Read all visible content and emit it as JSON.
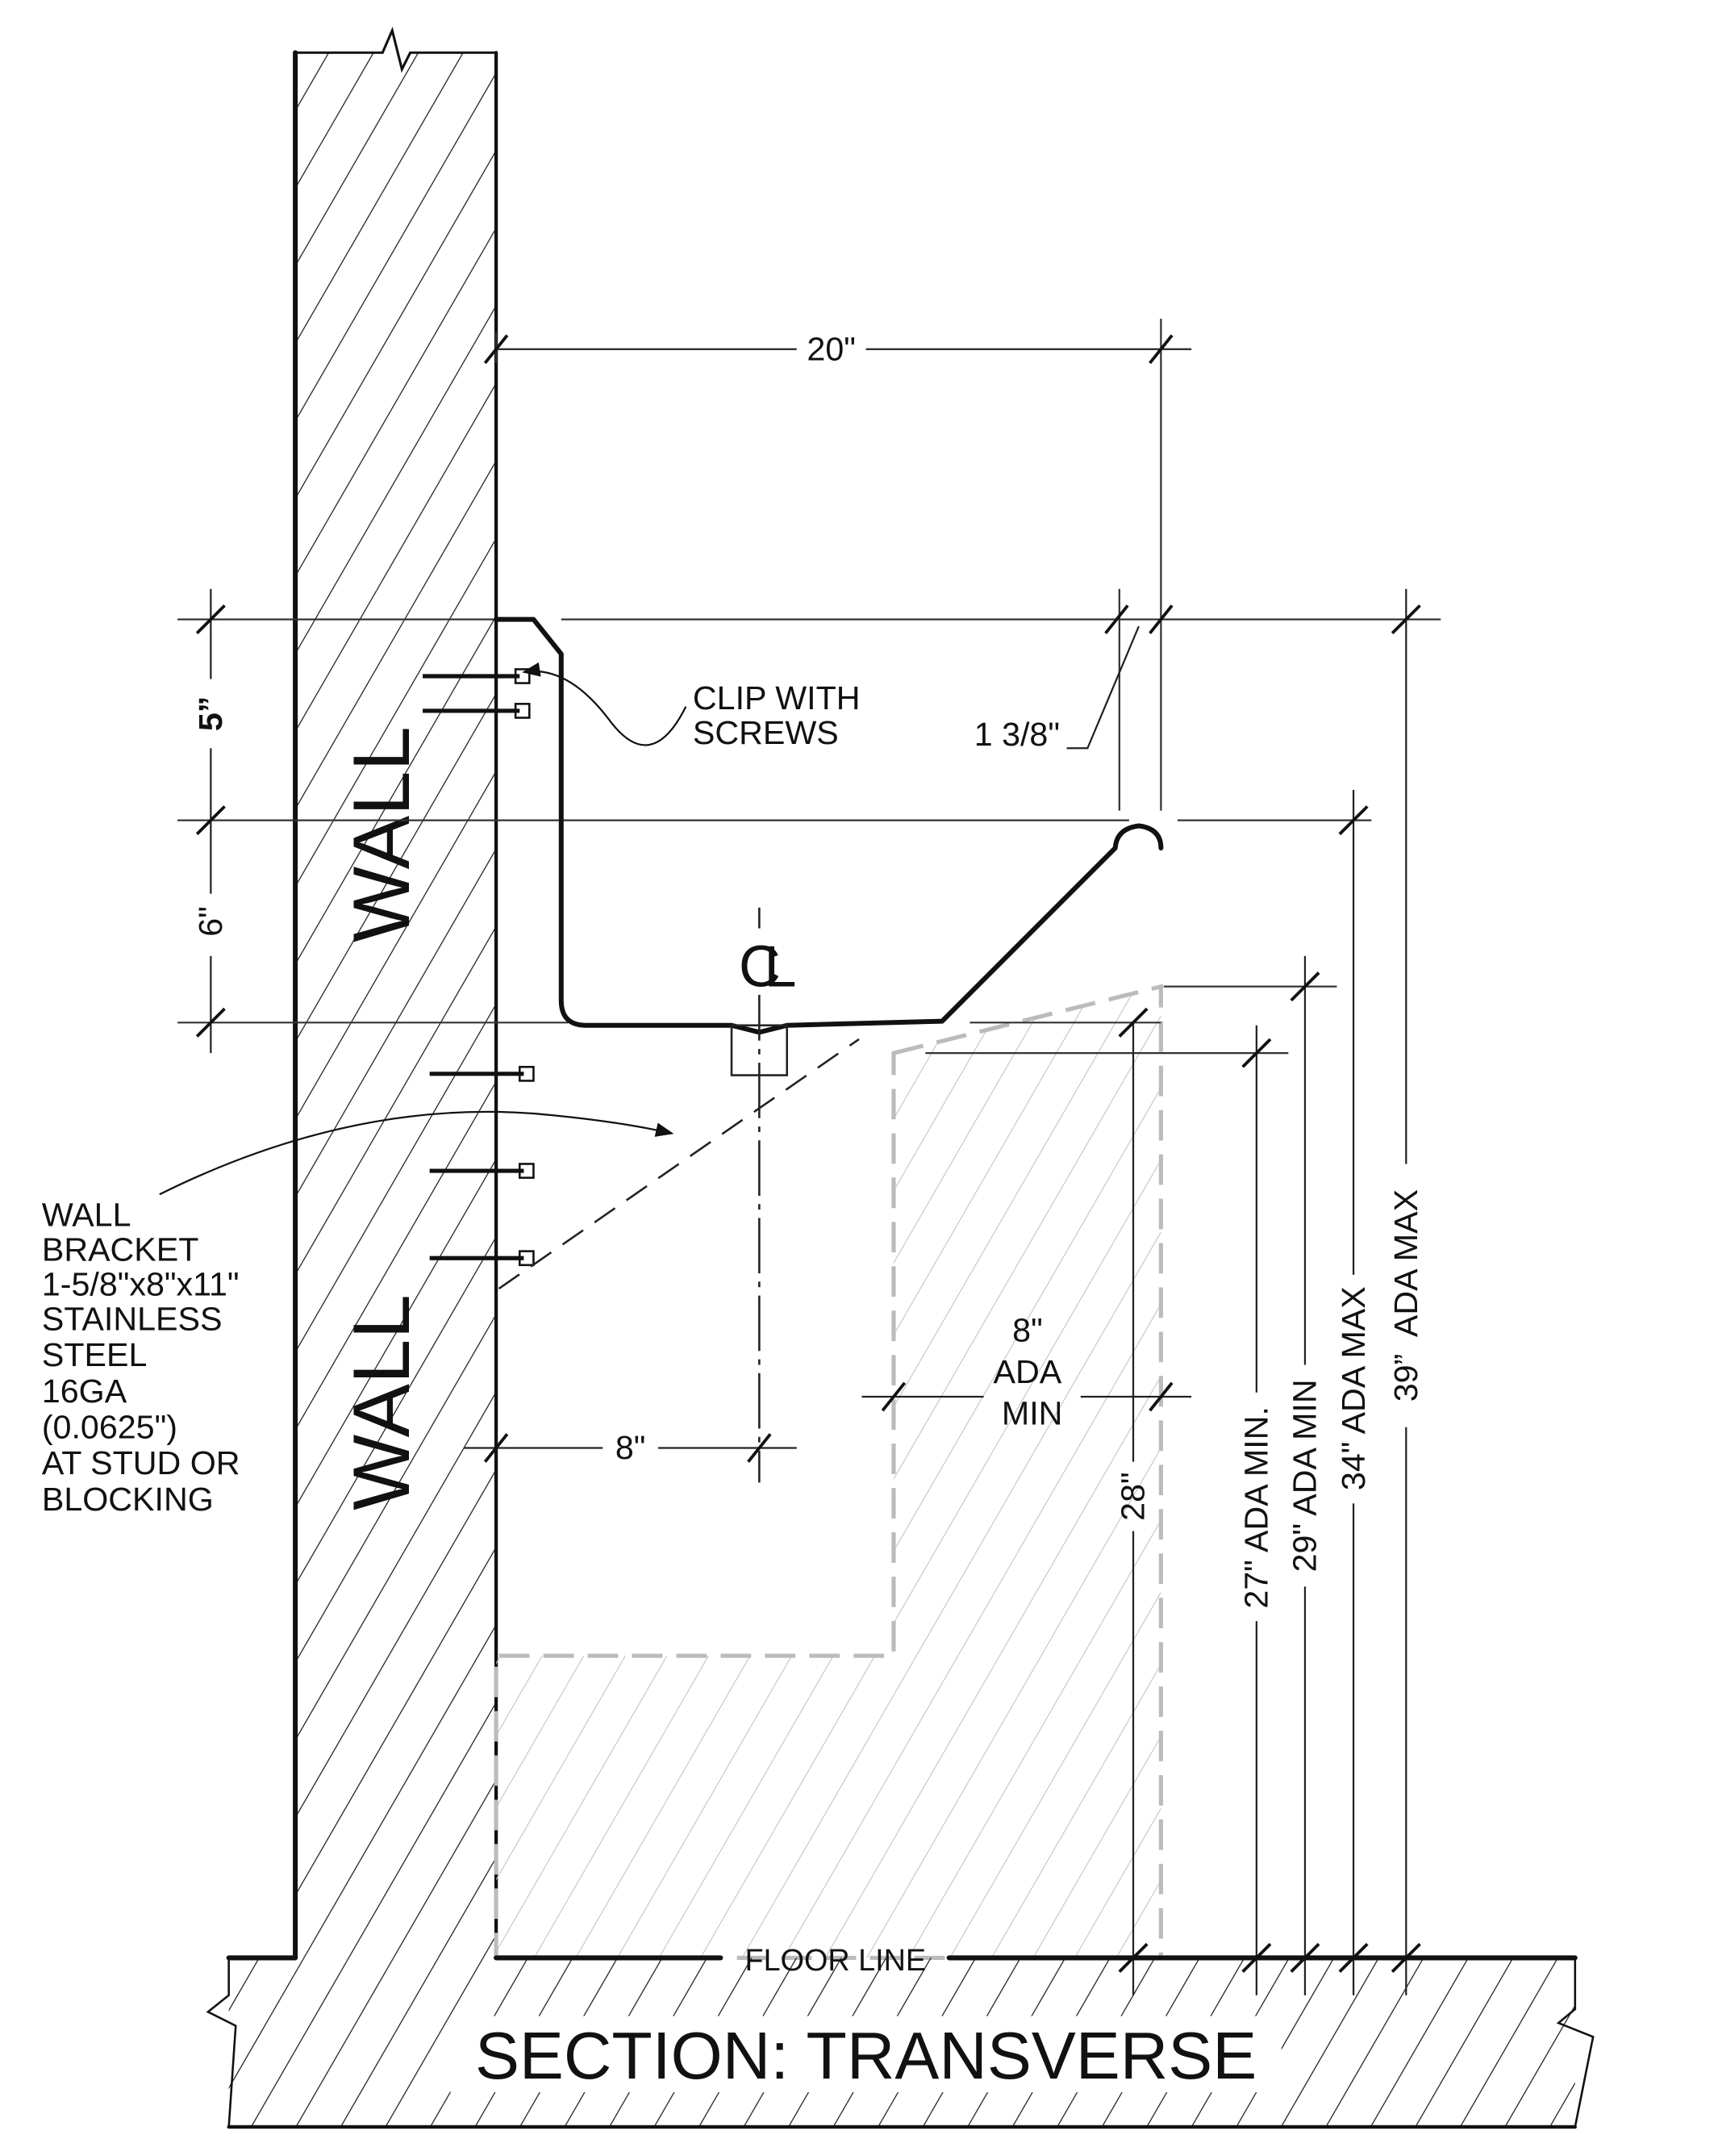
{
  "title": "SECTION: TRANSVERSE",
  "wall_labels": [
    "WALL",
    "WALL"
  ],
  "floor_label": "FLOOR LINE",
  "callouts": {
    "clip": [
      "CLIP WITH",
      "SCREWS"
    ],
    "bracket": [
      "WALL",
      "BRACKET",
      "1-5/8\"x8\"x11\"",
      "STAINLESS",
      "STEEL",
      "16GA",
      "(0.0625\")",
      "AT STUD OR",
      "BLOCKING"
    ]
  },
  "centerline_symbol": "CL",
  "dimensions": {
    "width": "20\"",
    "rim_depth": "5”",
    "bowl_depth": "6\"",
    "rim_lip": "1 3/8\"",
    "centerline_offset": "8\"",
    "knee_depth": [
      "8\"",
      "ADA",
      "MIN"
    ],
    "knee_height": "28\"",
    "h27": "27\" ADA MIN.",
    "h29": "29\" ADA MIN",
    "h34": "34\" ADA MAX",
    "h39": "39”  ADA MAX"
  },
  "colors": {
    "line": "#111111",
    "clearance": "#bbbbbb"
  }
}
